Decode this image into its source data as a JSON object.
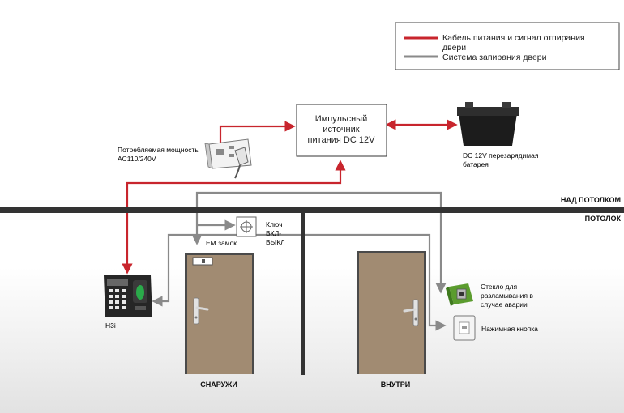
{
  "legend": {
    "power_label": "Кабель питания и сигнал отпирания двери",
    "power_line1": "Кабель питания и сигнал отпирания",
    "power_line2": "двери",
    "lock_label": "Система запирания двери",
    "power_color": "#c8252d",
    "lock_color": "#8a8a8a"
  },
  "power_supply": {
    "line1": "Импульсный",
    "line2": "источник",
    "line3": "питания DC 12V"
  },
  "battery": {
    "line1": "DC 12V перезарядимая",
    "line2": "батарея"
  },
  "mains": {
    "line1": "Потребляемая мощность",
    "line2": "AC110/240V"
  },
  "ceiling": {
    "above_label": "НАД ПОТОЛКОМ",
    "ceiling_label": "ПОТОЛОК"
  },
  "key_switch": {
    "line1": "Ключ",
    "line2": "ВКЛ-",
    "line3": "ВЫКЛ"
  },
  "em_lock_label": "ЕМ замок",
  "terminal_label": "H3i",
  "emergency_glass": {
    "line1": "Стекло для",
    "line2": "разламывания в",
    "line3": "случае аварии"
  },
  "push_button_label": "Нажимная кнопка",
  "outside_label": "СНАРУЖИ",
  "inside_label": "ВНУТРИ",
  "colors": {
    "door": "#a18b72",
    "door_frame": "#4a4a4a",
    "wall": "#333333"
  }
}
